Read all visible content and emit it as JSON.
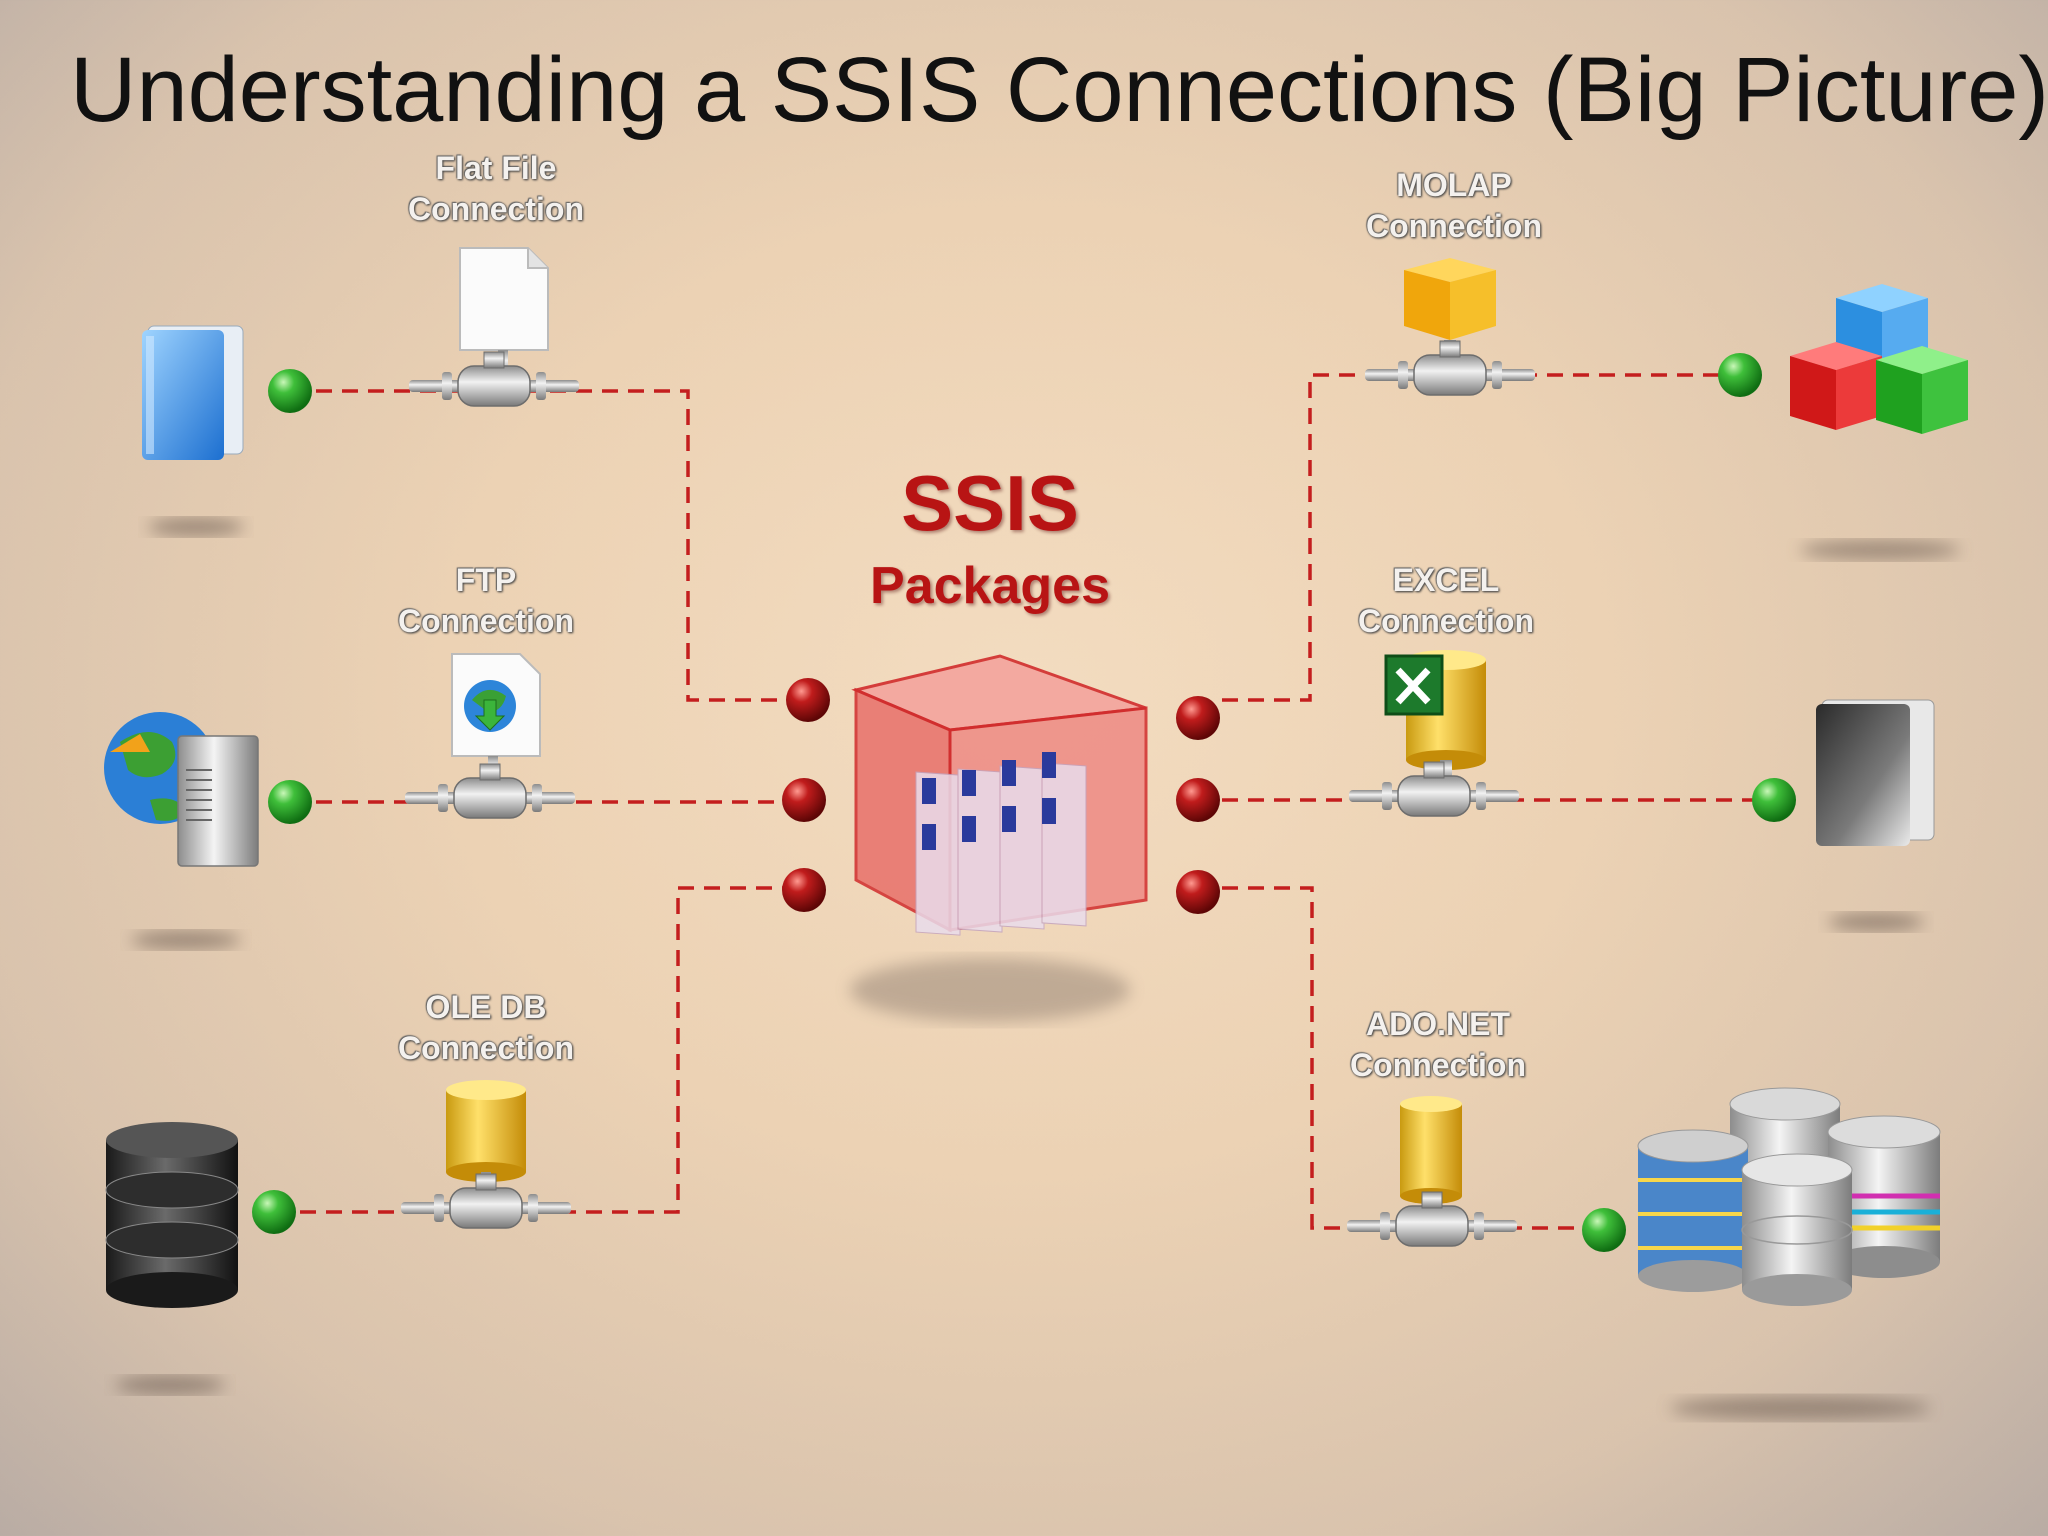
{
  "title": "Understanding a SSIS Connections (Big Picture)",
  "center": {
    "line1": "SSIS",
    "line2": "Packages"
  },
  "connections": {
    "flat_file": {
      "line1": "Flat File",
      "line2": "Connection"
    },
    "ftp": {
      "line1": "FTP",
      "line2": "Connection"
    },
    "ole_db": {
      "line1": "OLE DB",
      "line2": "Connection"
    },
    "molap": {
      "line1": "MOLAP",
      "line2": "Connection"
    },
    "excel": {
      "line1": "EXCEL",
      "line2": "Connection"
    },
    "ado_net": {
      "line1": "ADO.NET",
      "line2": "Connection"
    }
  },
  "colors": {
    "dash_line": "#c41e1e",
    "green_dot": "#2fa82f",
    "red_dot": "#a51414",
    "package_box": "#e8706a"
  },
  "icons": [
    "folder-blue-icon",
    "globe-server-icon",
    "database-black-icon",
    "file-icon",
    "ftp-file-icon",
    "cylinder-icon",
    "cube-icon",
    "excel-icon",
    "cubes-icon",
    "folder-dark-icon",
    "database-stack-icon",
    "valve-icon",
    "package-cube-icon"
  ]
}
